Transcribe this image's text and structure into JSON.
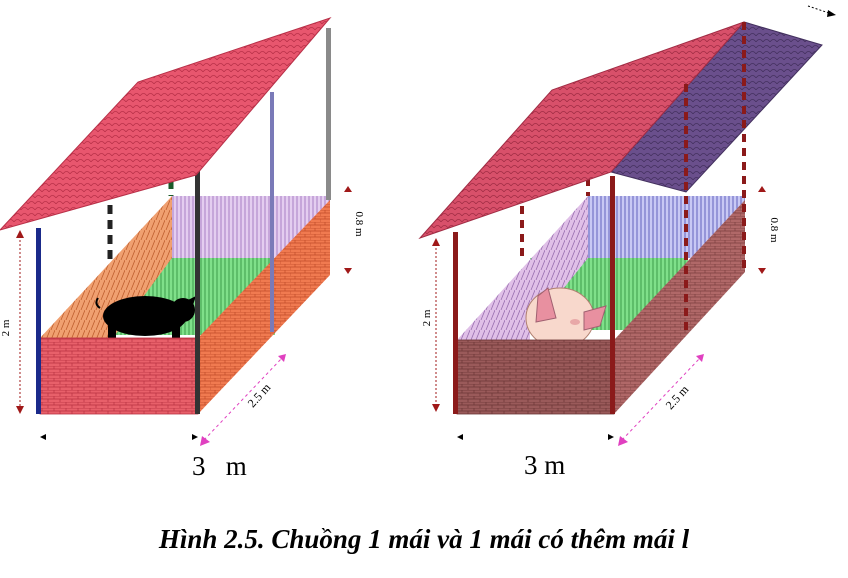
{
  "left_figure": {
    "height_label": "2 m",
    "top_label": "0.8 m",
    "depth_label": "2.5 m",
    "width_label": "3   m"
  },
  "right_figure": {
    "height_label": "2 m",
    "top_label": "0.8 m",
    "depth_label": "2.5 m",
    "width_label": "3 m"
  },
  "caption": "Hình 2.5. Chuồng 1 mái và 1 mái có thêm mái l",
  "colors": {
    "roof": "#e8566e",
    "roof_extra": "#6a4f8c",
    "brick": "#e8606a",
    "brick_side": "#f07a50",
    "brick_dark": "#9a5a5a",
    "rail_green": "#7fe08a",
    "rail_lilac": "#dcc0ec",
    "rail_blue": "#b8b8ee",
    "pole_blue": "#1a2a8a",
    "pole_dark": "#333333",
    "pole_red": "#8b1a1a",
    "dim_red": "#a01818",
    "dim_magenta": "#e040c0"
  }
}
